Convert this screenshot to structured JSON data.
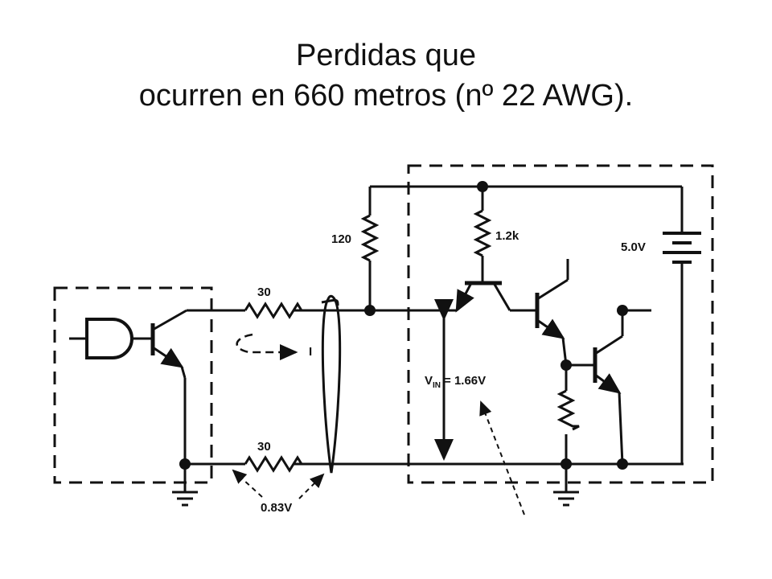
{
  "slide": {
    "title_line1": "Perdidas que",
    "title_line2": "ocurren en 660 metros (nº 22 AWG)."
  },
  "labels": {
    "r_top_line": "30",
    "r_bottom_line": "30",
    "r_pullup": "120",
    "r_collector": "1.2k",
    "battery": "5.0V",
    "current": "I",
    "vin": "V",
    "vin_sub": "IN",
    "vin_value": "= 1.66V",
    "ground_drop": "0.83V"
  },
  "colors": {
    "ink": "#111111",
    "background": "#ffffff"
  }
}
